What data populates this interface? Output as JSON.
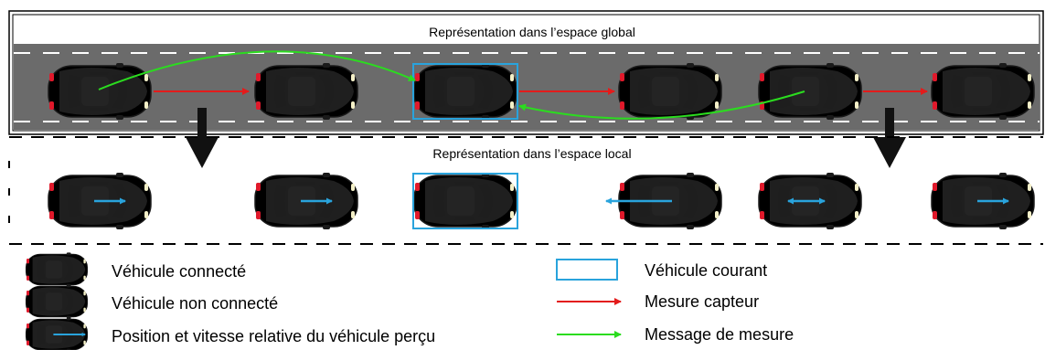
{
  "global_title": "Représentation dans l’espace global",
  "local_title": "Représentation dans l’espace local",
  "legend": {
    "connected": "Véhicule connecté",
    "not_connected": "Véhicule non connecté",
    "perceived": "Position et vitesse relative du véhicule perçu",
    "current": "Véhicule courant",
    "sensor": "Mesure capteur",
    "message": "Message de mesure"
  },
  "colors": {
    "connected_car": "#1f3f9a",
    "not_connected_car": "#8a1c22",
    "perceived_car": "#eeeeee",
    "current_frame": "#29a3dc",
    "sensor_arrow": "#e31b1b",
    "message_arrow": "#2bdc1f",
    "relative_arrow": "#29a3dc",
    "road": "#6b6b6b"
  },
  "global_cars": [
    {
      "kind": "connected"
    },
    {
      "kind": "not_connected"
    },
    {
      "kind": "connected",
      "current": true
    },
    {
      "kind": "not_connected"
    },
    {
      "kind": "connected"
    },
    {
      "kind": "not_connected"
    }
  ],
  "local_cars": [
    {
      "kind": "perceived",
      "arrow": "right"
    },
    {
      "kind": "perceived",
      "arrow": "right"
    },
    {
      "kind": "connected",
      "current": true
    },
    {
      "kind": "perceived",
      "arrow": "left"
    },
    {
      "kind": "perceived",
      "arrow": "both"
    },
    {
      "kind": "perceived",
      "arrow": "right"
    }
  ]
}
